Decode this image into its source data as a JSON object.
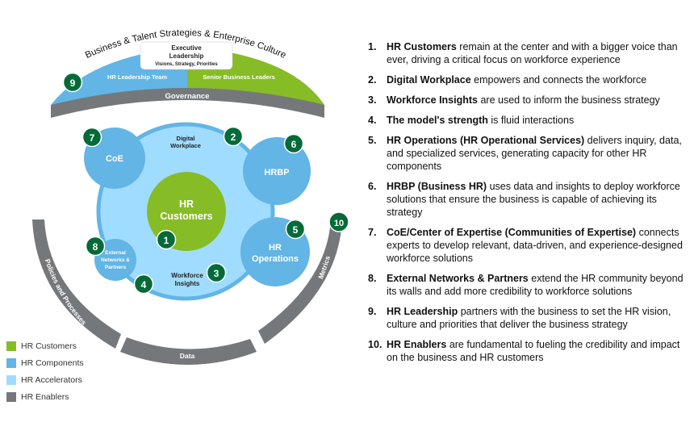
{
  "colors": {
    "green": "#86bc25",
    "blue": "#62b5e5",
    "light_blue": "#a0dcff",
    "gray": "#75787b",
    "dark_green": "#046a38"
  },
  "diagram": {
    "arc_title": "Business & Talent Strategies & Enterprise Culture",
    "exec_title_line1": "Executive",
    "exec_title_line2": "Leadership",
    "exec_sub": "Visions, Strategy, Priorities",
    "hr_leadership_team": "HR Leadership Team",
    "senior_business_leaders": "Senior Business Leaders",
    "governance": "Governance",
    "policies": "Policies and Processes",
    "data": "Data",
    "metrics": "Metrics",
    "coe": "CoE",
    "hrbp": "HRBP",
    "hr_ops_line1": "HR",
    "hr_ops_line2": "Operations",
    "customers_line1": "HR",
    "customers_line2": "Customers",
    "digital_line1": "Digital",
    "digital_line2": "Workplace",
    "insights_line1": "Workforce",
    "insights_line2": "Insights",
    "external_line1": "External",
    "external_line2": "Networks &",
    "external_line3": "Partners",
    "badges": [
      "1",
      "2",
      "3",
      "4",
      "5",
      "6",
      "7",
      "8",
      "9",
      "10"
    ]
  },
  "legend": [
    {
      "label": "HR Customers",
      "color": "#86bc25"
    },
    {
      "label": "HR Components",
      "color": "#62b5e5"
    },
    {
      "label": "HR Accelerators",
      "color": "#a0dcff"
    },
    {
      "label": "HR Enablers",
      "color": "#75787b"
    }
  ],
  "list": [
    {
      "num": "1.",
      "bold": "HR Customers",
      "rest": " remain at the center and with a bigger voice than ever, driving a critical focus on workforce experience"
    },
    {
      "num": "2.",
      "bold": "Digital Workplace",
      "rest": " empowers and connects the workforce"
    },
    {
      "num": "3.",
      "bold": "Workforce Insights",
      "rest": " are used to inform the business strategy"
    },
    {
      "num": "4.",
      "bold": "The model's strength",
      "rest": " is fluid interactions"
    },
    {
      "num": "5.",
      "bold": "HR Operations (HR Operational Services)",
      "rest": " delivers inquiry, data, and specialized services, generating capacity for other HR components"
    },
    {
      "num": "6.",
      "bold": "HRBP (Business HR)",
      "rest": " uses data and insights to deploy workforce solutions that ensure the business is capable of achieving its strategy"
    },
    {
      "num": "7.",
      "bold": "CoE/Center of Expertise (Communities of Expertise)",
      "rest": " connects experts to develop relevant, data-driven, and experience-designed  workforce solutions"
    },
    {
      "num": "8.",
      "bold": "External Networks & Partners",
      "rest": " extend the HR community beyond its walls and add more credibility to workforce solutions"
    },
    {
      "num": "9.",
      "bold": "HR Leadership",
      "rest": " partners with the business to set the HR vision, culture and priorities that deliver the business strategy"
    },
    {
      "num": "10.",
      "bold": "HR Enablers",
      "rest": " are fundamental to fueling the credibility and impact on the business and HR customers"
    }
  ]
}
